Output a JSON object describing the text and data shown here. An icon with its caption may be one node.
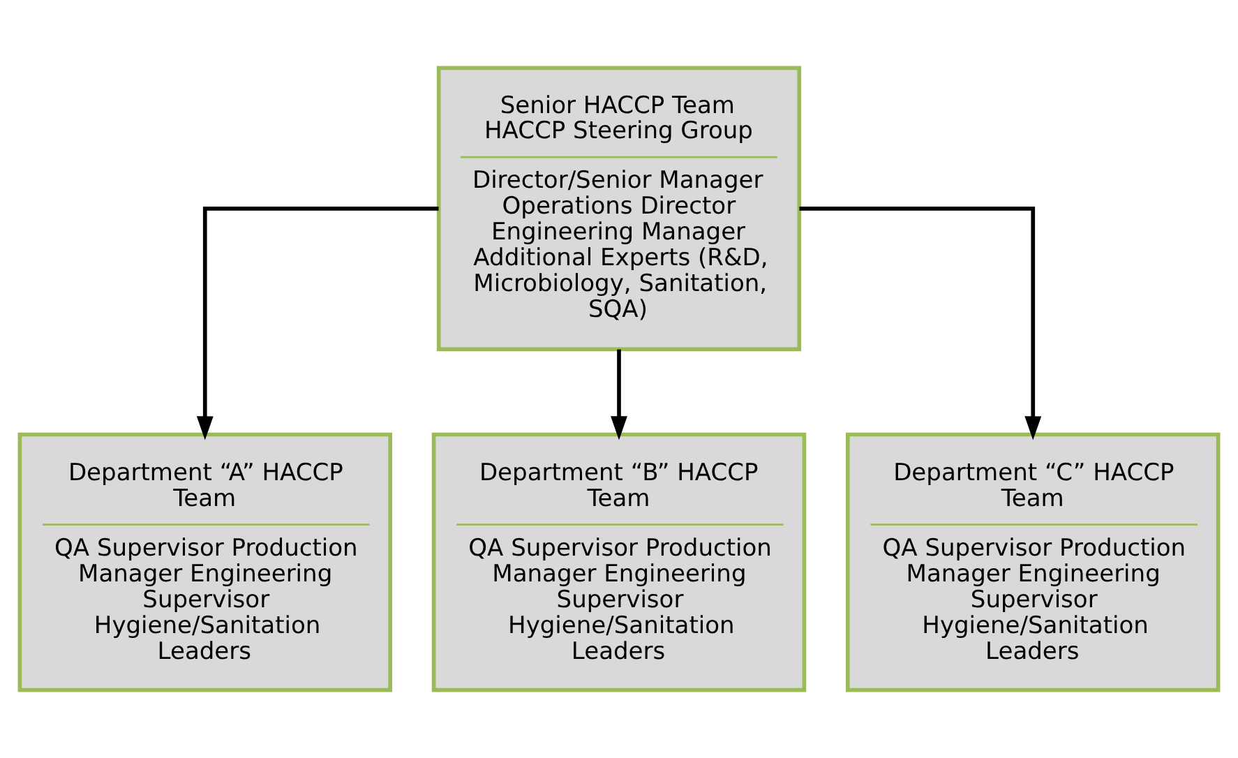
{
  "diagram": {
    "nodes": [
      {
        "text": [
          "Senior HACCP Team HACCP Steering Group",
          "Director/Senior Manager Operations Director Engineering Manager Additional Experts (R&D, Microbiology, Sanitation, SQA)"
        ]
      },
      {
        "text": [
          "Department “A” HACCP Team",
          "QA Supervisor Production Manager Engineering Supervisor Hygiene/Sanitation Leaders"
        ]
      },
      {
        "text": [
          "Department “B” HACCP Team",
          "QA Supervisor Production Manager Engineering Supervisor Hygiene/Sanitation Leaders"
        ]
      },
      {
        "text": [
          "Department “C” HACCP Team",
          "QA Supervisor Production Manager Engineering Supervisor Hygiene/Sanitation Leaders"
        ]
      }
    ],
    "edges": [
      {
        "from": 0,
        "to": 1,
        "arrow": "to"
      },
      {
        "from": 0,
        "to": 2,
        "arrow": "to"
      },
      {
        "from": 0,
        "to": 3,
        "arrow": "to"
      }
    ]
  }
}
